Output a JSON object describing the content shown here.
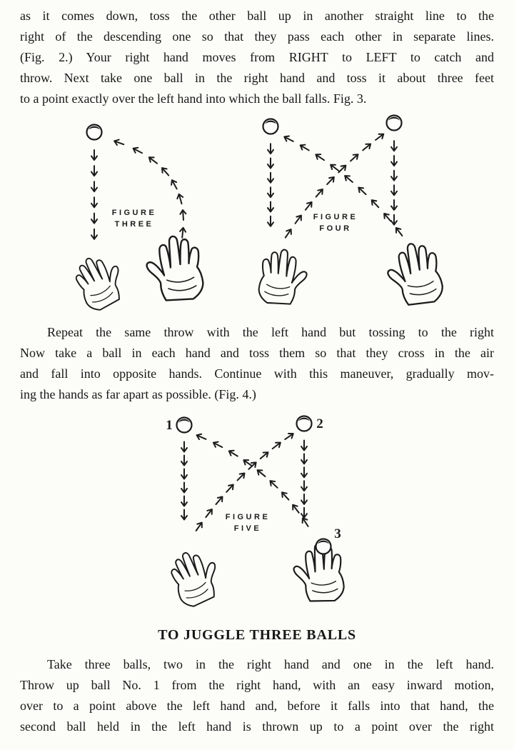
{
  "page": {
    "paragraph1": {
      "lines": [
        "as it comes down, toss the other ball up in another straight line to the",
        "right of the descending one so that they pass each other in separate lines.",
        "(Fig. 2.) Your right hand moves from RIGHT to LEFT to catch and",
        "throw. Next take one ball in the right hand and toss it about three feet",
        "to a point exactly over the left hand into which the ball falls. Fig. 3."
      ]
    },
    "paragraph2": {
      "lines": [
        "Repeat the same throw with the left hand but tossing to the right",
        "Now take a ball in each hand and toss them so that they cross in the air",
        "and fall into opposite hands. Continue with this maneuver, gradually mov-",
        "ing the hands as far apart as possible. (Fig. 4.)"
      ]
    },
    "heading": "TO JUGGLE THREE BALLS",
    "paragraph3": {
      "lines": [
        "Take three balls, two in the right hand and one in the left hand.",
        "Throw up ball No. 1 from the right hand, with an easy inward motion,",
        "over to a point above the left hand and, before it falls into that hand, the",
        "second ball held in the left hand is thrown up to a point over the right"
      ]
    },
    "figures": {
      "three": {
        "label": [
          "FIGURE",
          "THREE"
        ]
      },
      "four": {
        "label": [
          "FIGURE",
          "FOUR"
        ]
      },
      "five": {
        "label": [
          "FIGURE",
          "FIVE"
        ],
        "ball_numbers": [
          "1",
          "2",
          "3"
        ]
      }
    }
  }
}
